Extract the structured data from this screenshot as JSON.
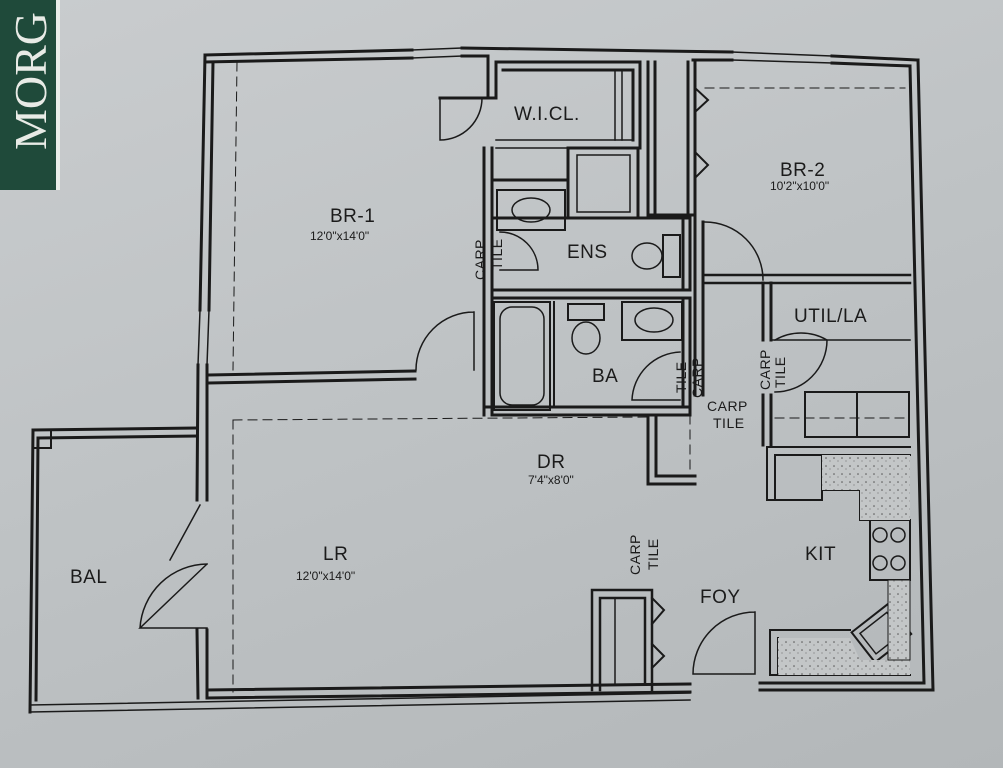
{
  "logo": {
    "text": "MORG",
    "color": "#1f4a3a"
  },
  "rooms": {
    "br1": {
      "name": "BR-1",
      "dims": "12'0\"x14'0\""
    },
    "br2": {
      "name": "BR-2",
      "dims": "10'2\"x10'0\""
    },
    "wicl": {
      "name": "W.I.CL."
    },
    "ens": {
      "name": "ENS"
    },
    "ba": {
      "name": "BA"
    },
    "util": {
      "name": "UTIL/LA"
    },
    "dr": {
      "name": "DR",
      "dims": "7'4\"x8'0\""
    },
    "lr": {
      "name": "LR",
      "dims": "12'0\"x14'0\""
    },
    "bal": {
      "name": "BAL"
    },
    "kit": {
      "name": "KIT"
    },
    "foy": {
      "name": "FOY"
    }
  },
  "flooring": {
    "carp": "CARP",
    "tile": "TILE"
  },
  "colors": {
    "wall": "#1a1a1a",
    "paper": "#c6c9cb"
  }
}
